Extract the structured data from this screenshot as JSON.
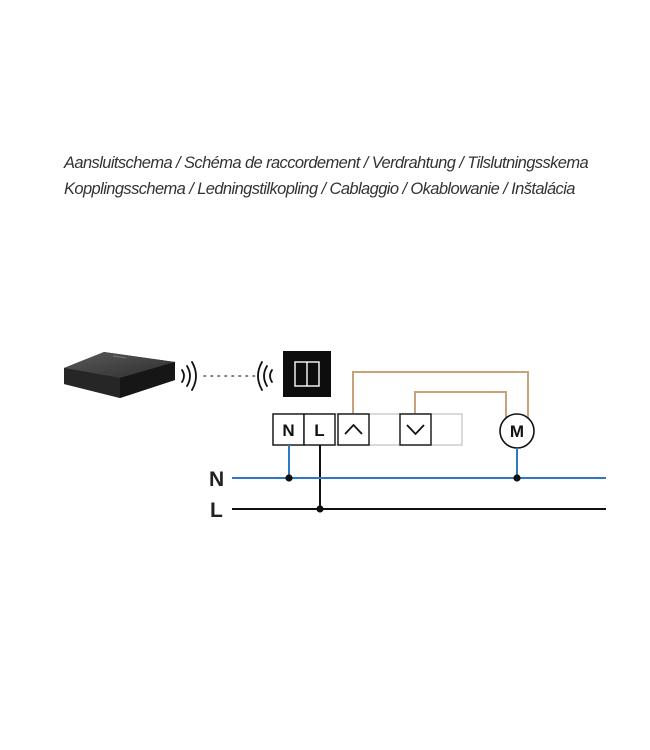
{
  "caption": {
    "line1": "Aansluitschema / Schéma de raccordement / Verdrahtung / Tilslutningsskema",
    "line2": "Kopplingsschema / Ledningstilkopling / Cablaggio / Okablowanie / Inštalácia"
  },
  "terminals": {
    "neutral": "N",
    "live": "L"
  },
  "bus": {
    "neutral": "N",
    "live": "L"
  },
  "motor": {
    "label": "M"
  },
  "colors": {
    "neutral_wire": "#2f78c4",
    "live_wire": "#111111",
    "motor_wire": "#c9a27a",
    "hub": "#333333",
    "switch_panel": "#0d0d0d"
  },
  "icons": {
    "hub": "smart-hub-device",
    "signal_out": "radio-waves-icon",
    "signal_in": "radio-waves-icon",
    "switch": "wall-switch-icon",
    "up": "chevron-up-icon",
    "down": "chevron-down-icon"
  }
}
